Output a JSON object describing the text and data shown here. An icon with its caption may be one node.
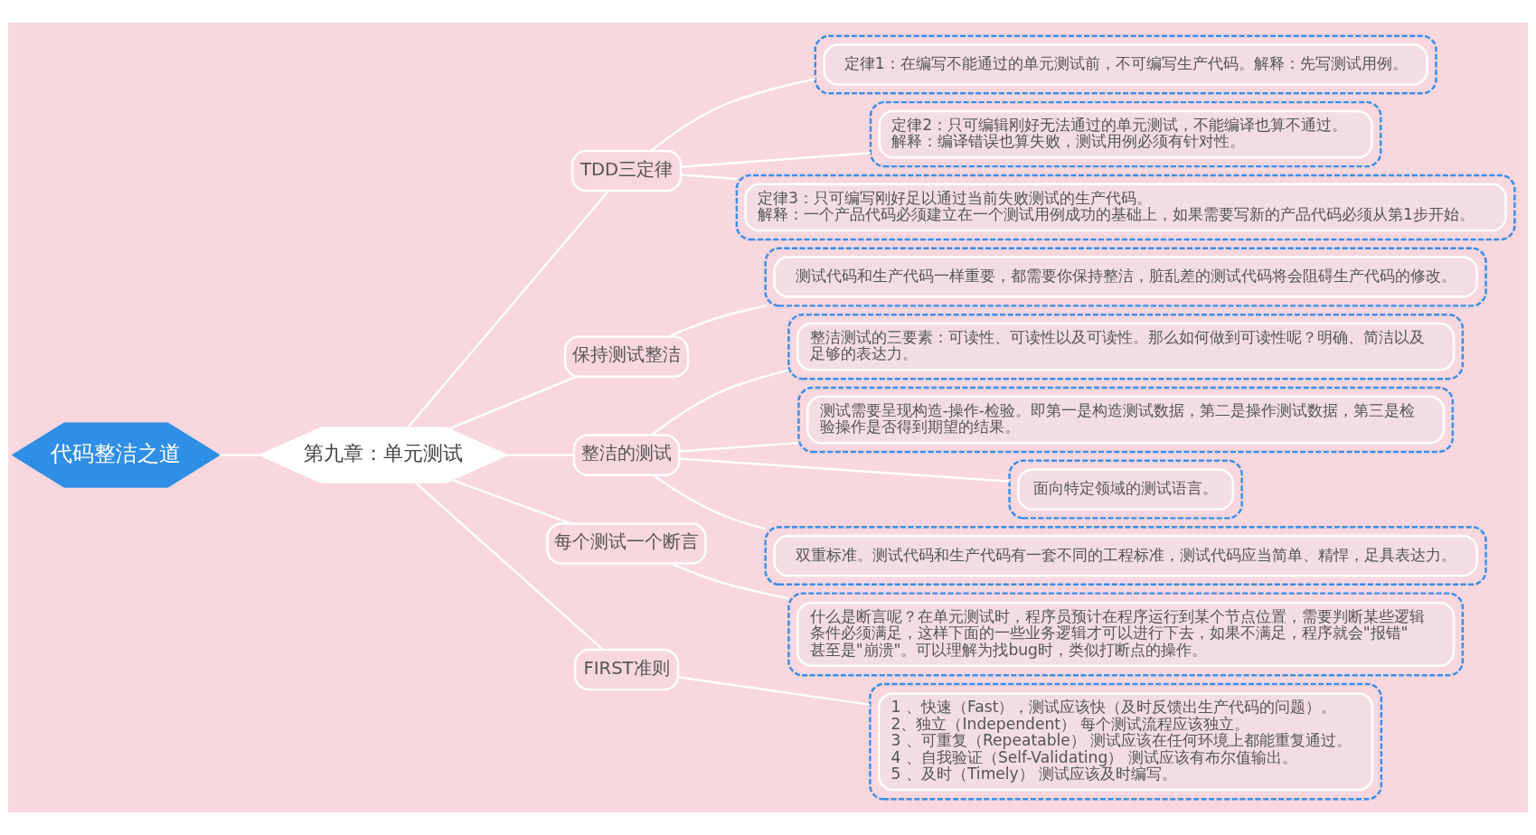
{
  "diagram": {
    "nodes": [
      {
        "text": [
          "代码整洁之道"
        ]
      },
      {
        "text": [
          "第九章：单元测试"
        ]
      },
      {
        "text": [
          "TDD三定律"
        ]
      },
      {
        "text": [],
        "shape": "box"
      },
      {
        "text": [
          "定律1：在编写不能通过的单元测试前，不可编写生产代码。解释：先写测试用例。"
        ],
        "in": 3
      },
      {
        "text": [],
        "shape": "box"
      },
      {
        "text": [
          "定律2：只可编辑刚好无法通过的单元测试，不能编译也算不通过。",
          "解释：编译错误也算失败，测试用例必须有针对性。"
        ],
        "in": 5
      },
      {
        "text": [],
        "shape": "box"
      },
      {
        "text": [
          "定律3：只可编写刚好足以通过当前失败测试的生产代码。",
          "解释：一个产品代码必须建立在一个测试用例成功的基础上，如果需要写新的产品代码必须从第1步开始。"
        ],
        "in": 7
      },
      {
        "text": [
          "保持测试整洁"
        ]
      },
      {
        "text": [],
        "shape": "box"
      },
      {
        "text": [
          "测试代码和生产代码一样重要，都需要你保持整洁，脏乱差的测试代码将会阻碍生产代码的修改。"
        ],
        "in": 10
      },
      {
        "text": [
          "整洁的测试"
        ]
      },
      {
        "text": [],
        "shape": "box"
      },
      {
        "text": [
          "整洁测试的三要素：可读性、可读性以及可读性。那么如何做到可读性呢？明确、简洁以及足够的表达力。"
        ],
        "in": 13
      },
      {
        "text": [],
        "shape": "box"
      },
      {
        "text": [
          "测试需要呈现构造-操作-检验。即第一是构造测试数据，第二是操作测试数据，第三是检验操作是否得到期望的结果。"
        ],
        "in": 15
      },
      {
        "text": [],
        "shape": "box"
      },
      {
        "text": [
          "面向特定领域的测试语言。"
        ],
        "in": 17
      },
      {
        "text": [],
        "shape": "box"
      },
      {
        "text": [
          "双重标准。测试代码和生产代码有一套不同的工程标准，测试代码应当简单、精悍，足具表达力。"
        ],
        "in": 19
      },
      {
        "text": [
          "每个测试一个断言"
        ]
      },
      {
        "text": [],
        "shape": "box"
      },
      {
        "text": [
          "什么是断言呢？在单元测试时，程序员预计在程序运行到某个节点位置，需要判断某些逻辑条件必须满足，这样下面的一些业务逻辑才可以进行下去，如果不满足，程序就会\"报错\"甚至是\"崩溃\"。可以理解为找bug时，类似打断点的操作。"
        ],
        "in": 22
      },
      {
        "text": [
          "FIRST准则"
        ]
      },
      {
        "text": [],
        "shape": "box"
      },
      {
        "text": [
          "1 、快速（Fast），测试应该快（及时反馈出生产代码的问题）。",
          "2、独立（Independent） 每个测试流程应该独立。",
          "3 、可重复（Repeatable） 测试应该在任何环境上都能重复通过。",
          "4 、自我验证（Self-Validating） 测试应该有布尔值输出。",
          "5 、及时（Timely） 测试应该及时编写。"
        ],
        "in": 25
      }
    ],
    "edges": [
      {
        "from": 0,
        "to": 1,
        "arrow": "none"
      },
      {
        "from": 1,
        "to": 2,
        "arrow": "none"
      },
      {
        "from": 2,
        "to": 3,
        "arrow": "none"
      },
      {
        "from": 2,
        "to": 5,
        "arrow": "none"
      },
      {
        "from": 2,
        "to": 7,
        "arrow": "none"
      },
      {
        "from": 1,
        "to": 9,
        "arrow": "none"
      },
      {
        "from": 9,
        "to": 10,
        "arrow": "none"
      },
      {
        "from": 1,
        "to": 12,
        "arrow": "none"
      },
      {
        "from": 12,
        "to": 13,
        "arrow": "none"
      },
      {
        "from": 12,
        "to": 15,
        "arrow": "none"
      },
      {
        "from": 12,
        "to": 17,
        "arrow": "none"
      },
      {
        "from": 12,
        "to": 19,
        "arrow": "none"
      },
      {
        "from": 1,
        "to": 21,
        "arrow": "none"
      },
      {
        "from": 21,
        "to": 22,
        "arrow": "none"
      },
      {
        "from": 1,
        "to": 24,
        "arrow": "none"
      },
      {
        "from": 24,
        "to": 25,
        "arrow": "none"
      }
    ]
  }
}
